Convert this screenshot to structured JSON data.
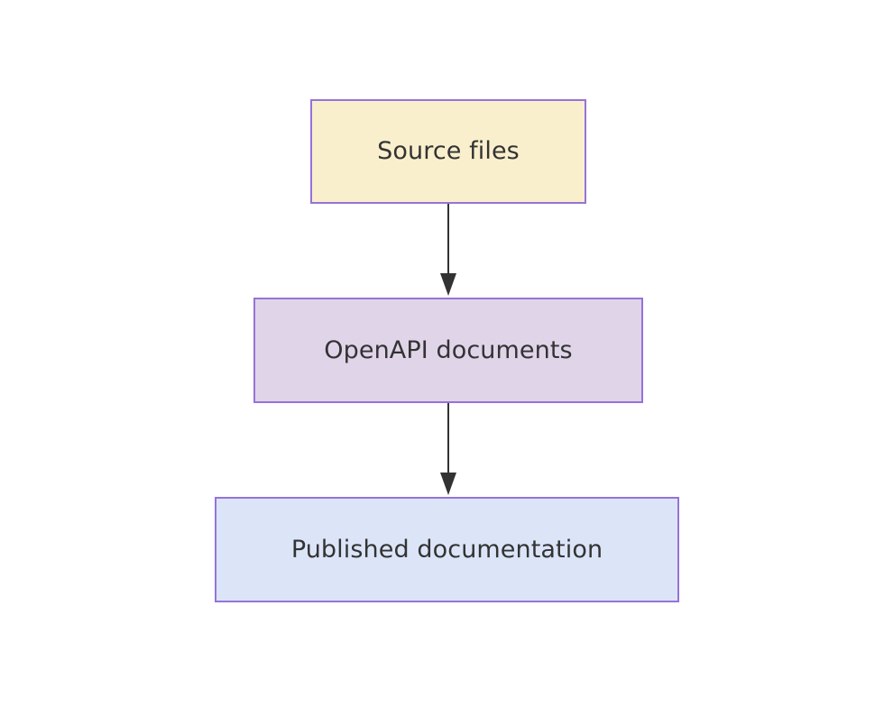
{
  "diagram": {
    "type": "flowchart",
    "direction": "top-down",
    "background_color": "#ffffff",
    "nodes": [
      {
        "id": "source-files",
        "label": "Source files",
        "fill_color": "#faefcd",
        "border_color": "#9673d8",
        "text_color": "#333333"
      },
      {
        "id": "openapi-documents",
        "label": "OpenAPI documents",
        "fill_color": "#e0d4e9",
        "border_color": "#9673d8",
        "text_color": "#333333"
      },
      {
        "id": "published-documentation",
        "label": "Published documentation",
        "fill_color": "#dce5f8",
        "border_color": "#9673d8",
        "text_color": "#333333"
      }
    ],
    "edges": [
      {
        "id": "source-to-openapi",
        "from": "source-files",
        "to": "openapi-documents",
        "label": "",
        "color": "#333333",
        "arrowhead": "triangle"
      },
      {
        "id": "openapi-to-published",
        "from": "openapi-documents",
        "to": "published-documentation",
        "label": "",
        "color": "#333333",
        "arrowhead": "triangle"
      }
    ]
  }
}
